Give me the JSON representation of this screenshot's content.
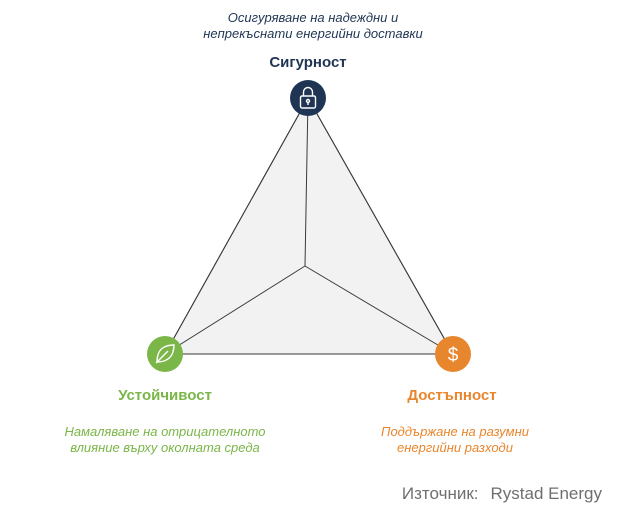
{
  "nodes": {
    "security": {
      "title": "Сигурност",
      "description": "Осигуряване на надеждни и\nнепрекъснати енергийни доставки",
      "icon": "lock-icon",
      "color": "#1f3553"
    },
    "sustainability": {
      "title": "Устойчивост",
      "description": "Намаляване на отрицателното\nвлияние върху околната среда",
      "icon": "leaf-icon",
      "color": "#7ab648"
    },
    "affordability": {
      "title": "Достъпност",
      "description": "Поддържане на разумни\nенергийни разходи",
      "icon": "dollar-icon",
      "color": "#e8862e"
    }
  },
  "source": {
    "label": "Източник:",
    "name": "Rystad Energy"
  }
}
